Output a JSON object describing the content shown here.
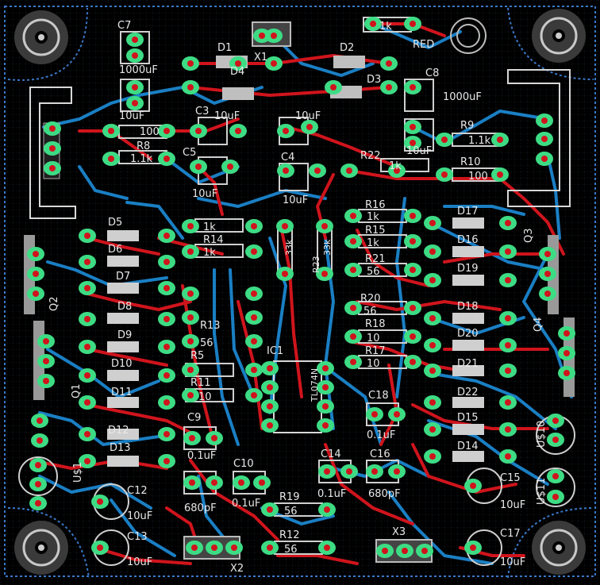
{
  "board": {
    "background": "#000000",
    "grid_color": "#2a3a4a",
    "outline_color": "#3a78c8",
    "top_copper": "#d0141c",
    "bottom_copper": "#1a7fc4",
    "pad_color": "#3ddc84",
    "silk_color": "#d8d8d8"
  },
  "mounting_holes": [
    "hole-tl",
    "hole-tr",
    "hole-bl",
    "hole-br"
  ],
  "labels": {
    "c7": "C7",
    "c7v": "1000uF",
    "d1": "D1",
    "d2": "D2",
    "d3": "D3",
    "d4": "D4",
    "x1": "X1",
    "red": "RED",
    "r1k_top": "1k",
    "c8": "C8",
    "c8v": "1000uF",
    "c1v": "10uF",
    "c3": "C3",
    "c3v": "10uF",
    "c2v": "10uF",
    "r100a": "100",
    "r8": "R8",
    "r8v": "1.1k",
    "c5": "C5",
    "c5v": "10uF",
    "c4": "C4",
    "c4v": "10uF",
    "r22": "R22",
    "r22v": "1k",
    "c6v": "10uF",
    "r9": "R9",
    "r9v": "1.1k",
    "r10": "R10",
    "r10v": "100",
    "r14": "R14",
    "r1k_a": "1k",
    "r1k_b": "1k",
    "r33k_a": "33k",
    "r33k_b": "33k",
    "r23": "R23",
    "r16": "R16",
    "r16v": "1k",
    "r15": "R15",
    "r15v": "1k",
    "r21": "R21",
    "r21v": "56",
    "r20": "R20",
    "r20v": "56",
    "r18": "R18",
    "r18v": "10",
    "r17": "R17",
    "r17v": "10",
    "d5": "D5",
    "d6": "D6",
    "d7": "D7",
    "d8": "D8",
    "d9": "D9",
    "d10": "D10",
    "d11": "D11",
    "d12": "D12",
    "d13": "D13",
    "d14": "D14",
    "d15": "D15",
    "d16": "D16",
    "d17": "D17",
    "d18": "D18",
    "d19": "D19",
    "d20": "D20",
    "d21": "D21",
    "d22": "D22",
    "q1": "Q1",
    "q2": "Q2",
    "q3": "Q3",
    "q4": "Q4",
    "r5": "R5",
    "r11": "R11",
    "r11v": "10",
    "r13": "R13",
    "r13v": "56",
    "ic1": "IC1",
    "ic_part": "TL074N",
    "c9": "C9",
    "c9v": "0.1uF",
    "c10": "C10",
    "c10v": "0.1uF",
    "c11v": "680pF",
    "c14": "C14",
    "c14v": "0.1uF",
    "c16": "C16",
    "c16v": "680pF",
    "c18": "C18",
    "c18v": "0.1uF",
    "c12": "C12",
    "c12v": "10uF",
    "c13": "C13",
    "c13v": "10uF",
    "c15": "C15",
    "c15v": "10uF",
    "c17": "C17",
    "c17v": "10uF",
    "r19": "R19",
    "r19v": "56",
    "r12": "R12",
    "r12v": "56",
    "x2": "X2",
    "x3": "X3",
    "u1": "U$1",
    "u10": "U$10",
    "u11": "U$11"
  }
}
